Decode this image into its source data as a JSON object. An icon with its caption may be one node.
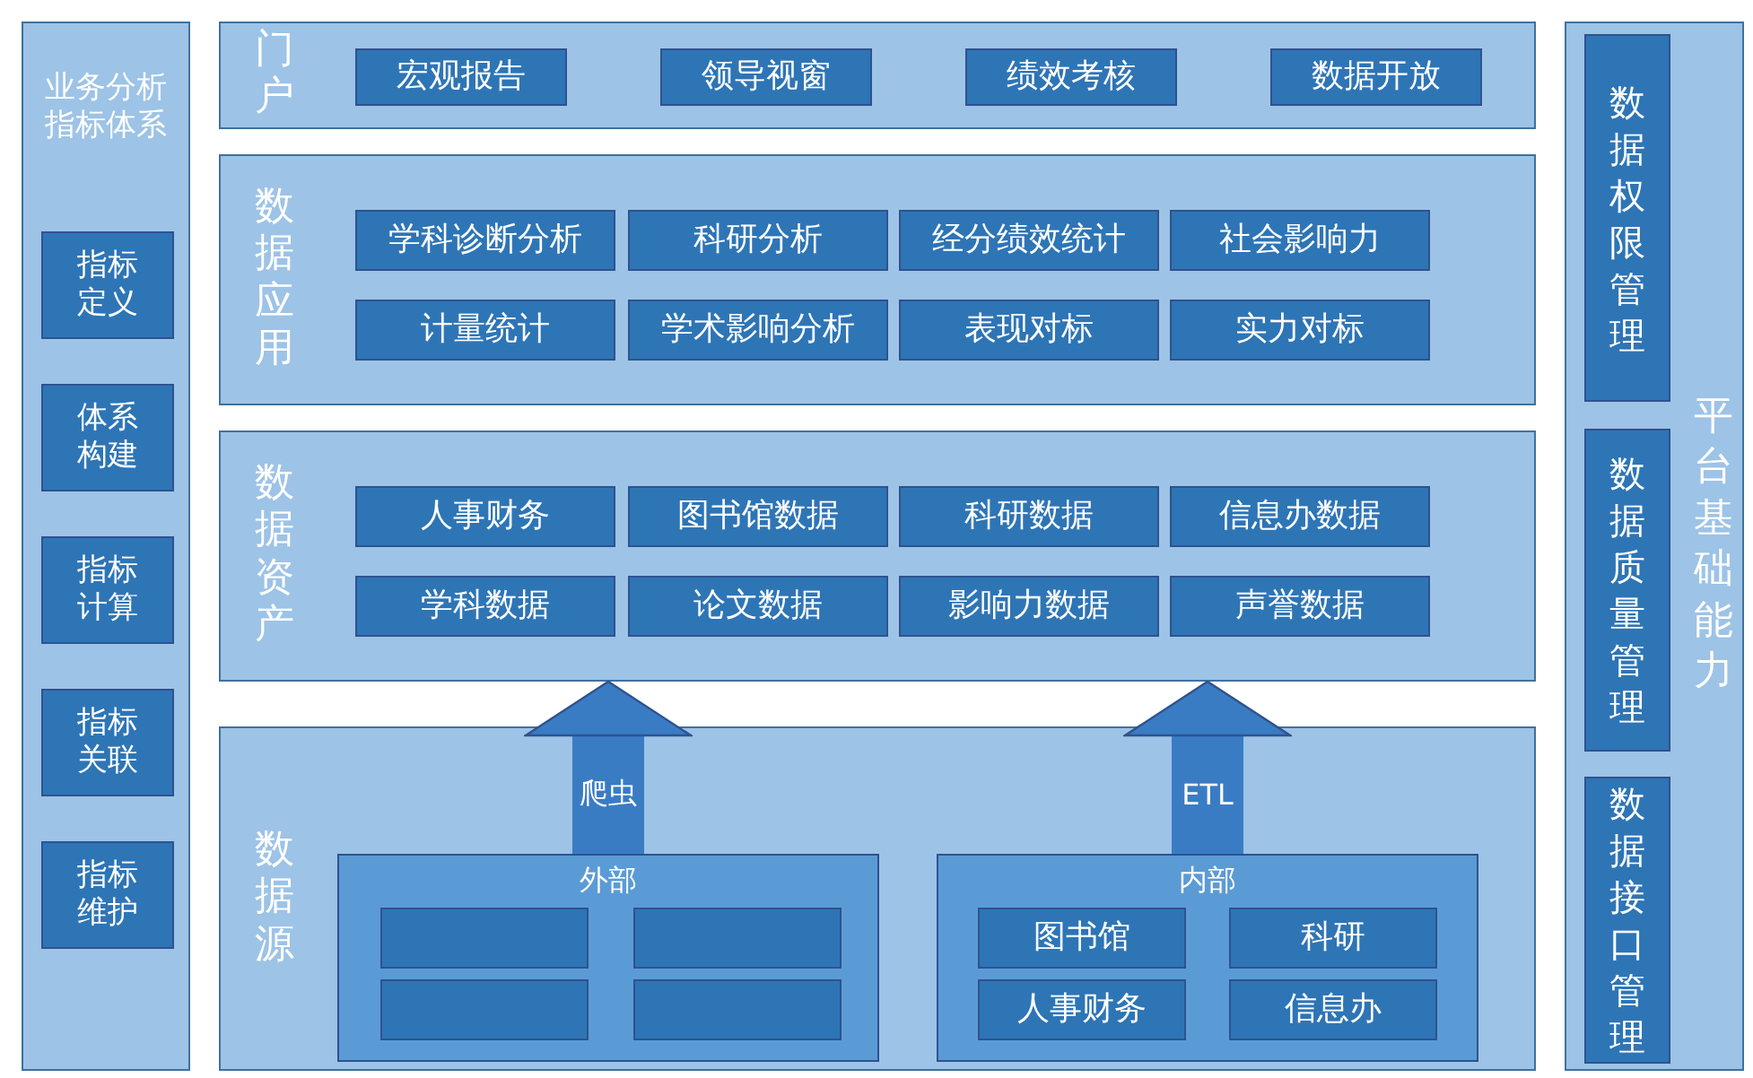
{
  "diagram": {
    "nodes": [
      {
        "text": [
          "业务分析指标体系"
        ]
      },
      {
        "text": [
          "指标定义"
        ],
        "in": 0
      },
      {
        "text": [
          "体系构建"
        ],
        "in": 0
      },
      {
        "text": [
          "指标计算"
        ],
        "in": 0
      },
      {
        "text": [
          "指标关联"
        ],
        "in": 0
      },
      {
        "text": [
          "指标维护"
        ],
        "in": 0
      },
      {
        "text": [
          "门户"
        ]
      },
      {
        "text": [
          "宏观报告"
        ],
        "in": 6
      },
      {
        "text": [
          "领导视窗"
        ],
        "in": 6
      },
      {
        "text": [
          "绩效考核"
        ],
        "in": 6
      },
      {
        "text": [
          "数据开放"
        ],
        "in": 6
      },
      {
        "text": [
          "数据应用"
        ]
      },
      {
        "text": [
          "学科诊断分析"
        ],
        "in": 11
      },
      {
        "text": [
          "科研分析"
        ],
        "in": 11
      },
      {
        "text": [
          "经分绩效统计"
        ],
        "in": 11
      },
      {
        "text": [
          "社会影响力"
        ],
        "in": 11
      },
      {
        "text": [
          "计量统计"
        ],
        "in": 11
      },
      {
        "text": [
          "学术影响分析"
        ],
        "in": 11
      },
      {
        "text": [
          "表现对标"
        ],
        "in": 11
      },
      {
        "text": [
          "实力对标"
        ],
        "in": 11
      },
      {
        "text": [
          "数据资产"
        ]
      },
      {
        "text": [
          "人事财务"
        ],
        "in": 20
      },
      {
        "text": [
          "图书馆数据"
        ],
        "in": 20
      },
      {
        "text": [
          "科研数据"
        ],
        "in": 20
      },
      {
        "text": [
          "信息办数据"
        ],
        "in": 20
      },
      {
        "text": [
          "学科数据"
        ],
        "in": 20
      },
      {
        "text": [
          "论文数据"
        ],
        "in": 20
      },
      {
        "text": [
          "影响力数据"
        ],
        "in": 20
      },
      {
        "text": [
          "声誉数据"
        ],
        "in": 20
      },
      {
        "text": [
          "数据源"
        ]
      },
      {
        "text": [
          "外部"
        ],
        "in": 29
      },
      {
        "text": [],
        "shape": "box",
        "in": 30
      },
      {
        "text": [],
        "shape": "box",
        "in": 30
      },
      {
        "text": [],
        "shape": "box",
        "in": 30
      },
      {
        "text": [],
        "shape": "box",
        "in": 30
      },
      {
        "text": [
          "内部"
        ],
        "in": 29
      },
      {
        "text": [
          "图书馆"
        ],
        "in": 35
      },
      {
        "text": [
          "科研"
        ],
        "in": 35
      },
      {
        "text": [
          "人事财务"
        ],
        "in": 35
      },
      {
        "text": [
          "信息办"
        ],
        "in": 35
      },
      {
        "text": [
          "平台基础能力"
        ]
      },
      {
        "text": [
          "数据权限管理"
        ],
        "in": 40
      },
      {
        "text": [
          "数据质量管理"
        ],
        "in": 40
      },
      {
        "text": [
          "数据接口管理"
        ],
        "in": 40
      }
    ],
    "edges": [
      {
        "from": 30,
        "to": 20,
        "arrow": "to",
        "label": "爬虫"
      },
      {
        "from": 35,
        "to": 20,
        "arrow": "to",
        "label": "ETL"
      }
    ]
  }
}
